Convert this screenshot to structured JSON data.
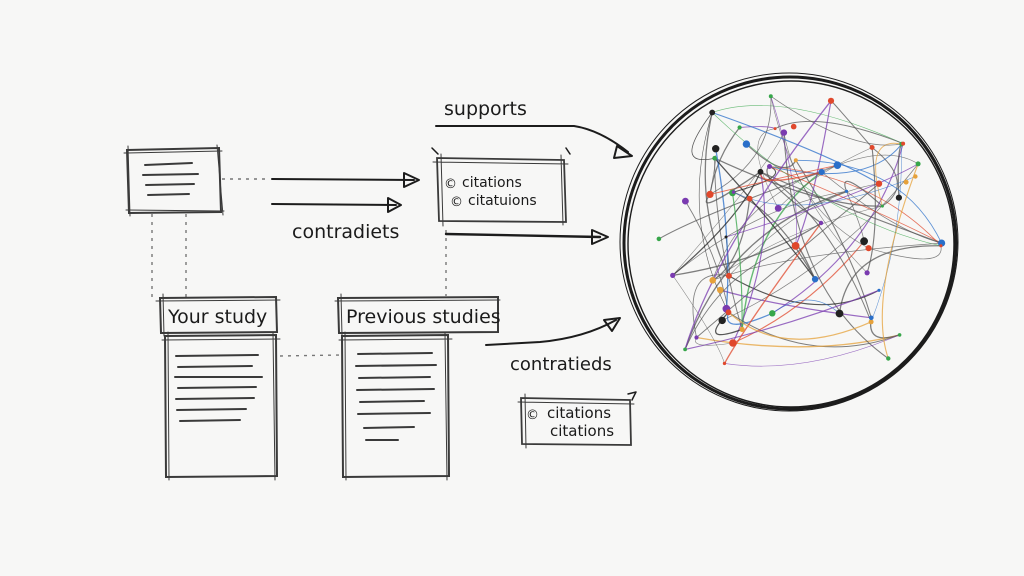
{
  "labels": {
    "supports": "supports",
    "contradicts_top": "contradiets",
    "contradicts_bottom": "contratieds",
    "your_study": "Your study",
    "previous_studies": "Previous studies"
  },
  "citation_box_top": {
    "line1": "citations",
    "line2": "citatuions"
  },
  "citation_box_bottom": {
    "line1": "citations",
    "line2": "citations"
  },
  "bullet_glyph": "©",
  "network_colors": [
    "#e0482c",
    "#2a6fc9",
    "#37a64a",
    "#e6a13a",
    "#7a3bb0",
    "#222222"
  ]
}
